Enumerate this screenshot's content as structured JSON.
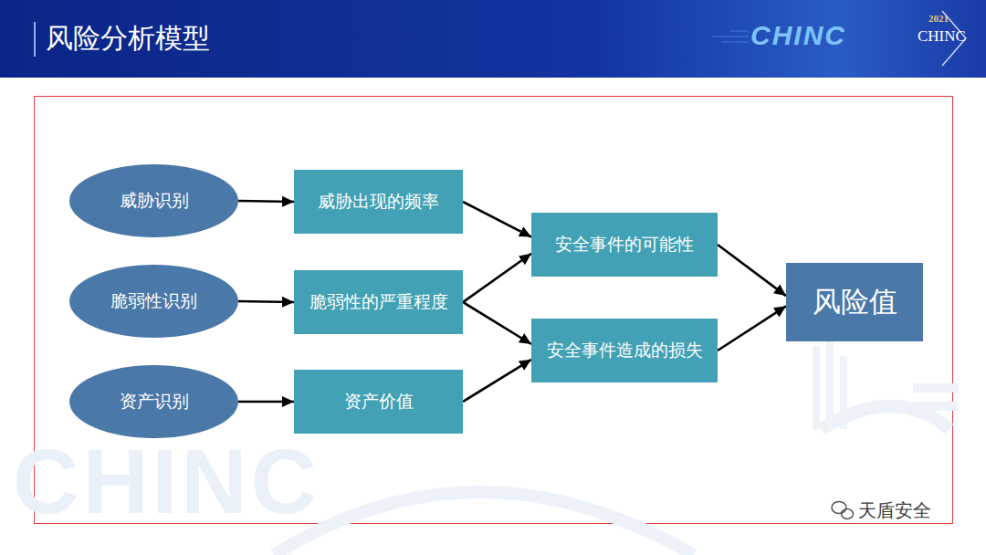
{
  "diagram": {
    "title": "风险分析模型",
    "nodes": [
      {
        "text": [
          "威胁识别"
        ]
      },
      {
        "text": [
          "脆弱性识别"
        ]
      },
      {
        "text": [
          "资产识别"
        ]
      },
      {
        "text": [
          "威胁出现的频率"
        ]
      },
      {
        "text": [
          "脆弱性的严重程度"
        ]
      },
      {
        "text": [
          "资产价值"
        ]
      },
      {
        "text": [
          "安全事件的可能性"
        ]
      },
      {
        "text": [
          "安全事件造成的损失"
        ]
      },
      {
        "text": [
          "风险值"
        ]
      }
    ],
    "edges": [
      {
        "from": 0,
        "to": 3,
        "arrow": "to"
      },
      {
        "from": 1,
        "to": 4,
        "arrow": "to"
      },
      {
        "from": 2,
        "to": 5,
        "arrow": "to"
      },
      {
        "from": 3,
        "to": 6,
        "arrow": "to"
      },
      {
        "from": 4,
        "to": 6,
        "arrow": "to"
      },
      {
        "from": 4,
        "to": 7,
        "arrow": "to"
      },
      {
        "from": 5,
        "to": 7,
        "arrow": "to"
      },
      {
        "from": 6,
        "to": 8,
        "arrow": "to"
      },
      {
        "from": 7,
        "to": 8,
        "arrow": "to"
      }
    ],
    "labels": [
      "CHINC",
      "2021",
      "CHINC",
      "CHINC",
      "天盾安全"
    ]
  }
}
